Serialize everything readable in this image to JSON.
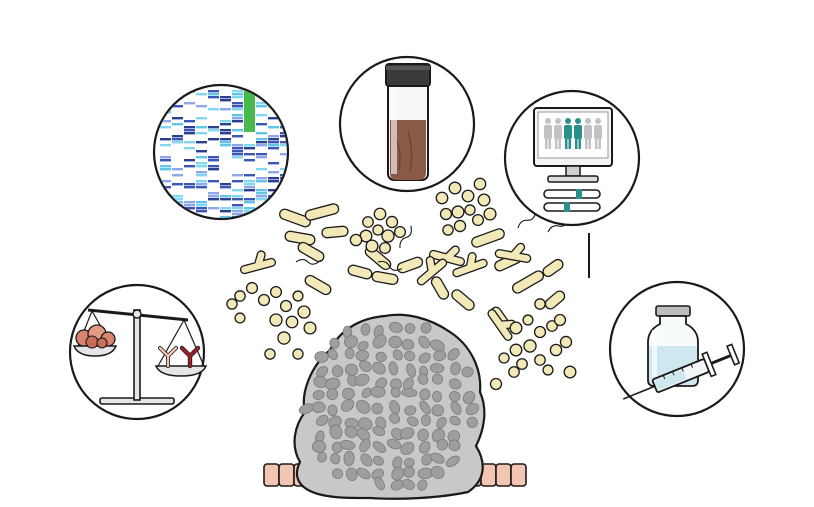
{
  "figure": {
    "panels": [
      {
        "id": "sequencing",
        "icon": "sequencing-heatmap-icon"
      },
      {
        "id": "stool",
        "icon": "stool-sample-tube-icon"
      },
      {
        "id": "clinical",
        "icon": "monitor-patients-icon"
      },
      {
        "id": "immune",
        "icon": "balance-scale-icon"
      },
      {
        "id": "vaccine",
        "icon": "vial-syringe-icon"
      }
    ],
    "colors": {
      "outline": "#1a1a1a",
      "bacteria_fill": "#f3e8b8",
      "tumor_fill": "#c8c8c8",
      "tumor_cell": "#9e9e9e",
      "epithelium": "#f2c6b2",
      "stool": "#8a5a48",
      "vial_liquid": "#cfe7ee",
      "heat_blue": "#3a56b8",
      "heat_cyan": "#5fc6e8",
      "heat_green": "#48b94a",
      "patient_teal": "#2b8f8c",
      "antibody_red": "#a0202a"
    }
  }
}
